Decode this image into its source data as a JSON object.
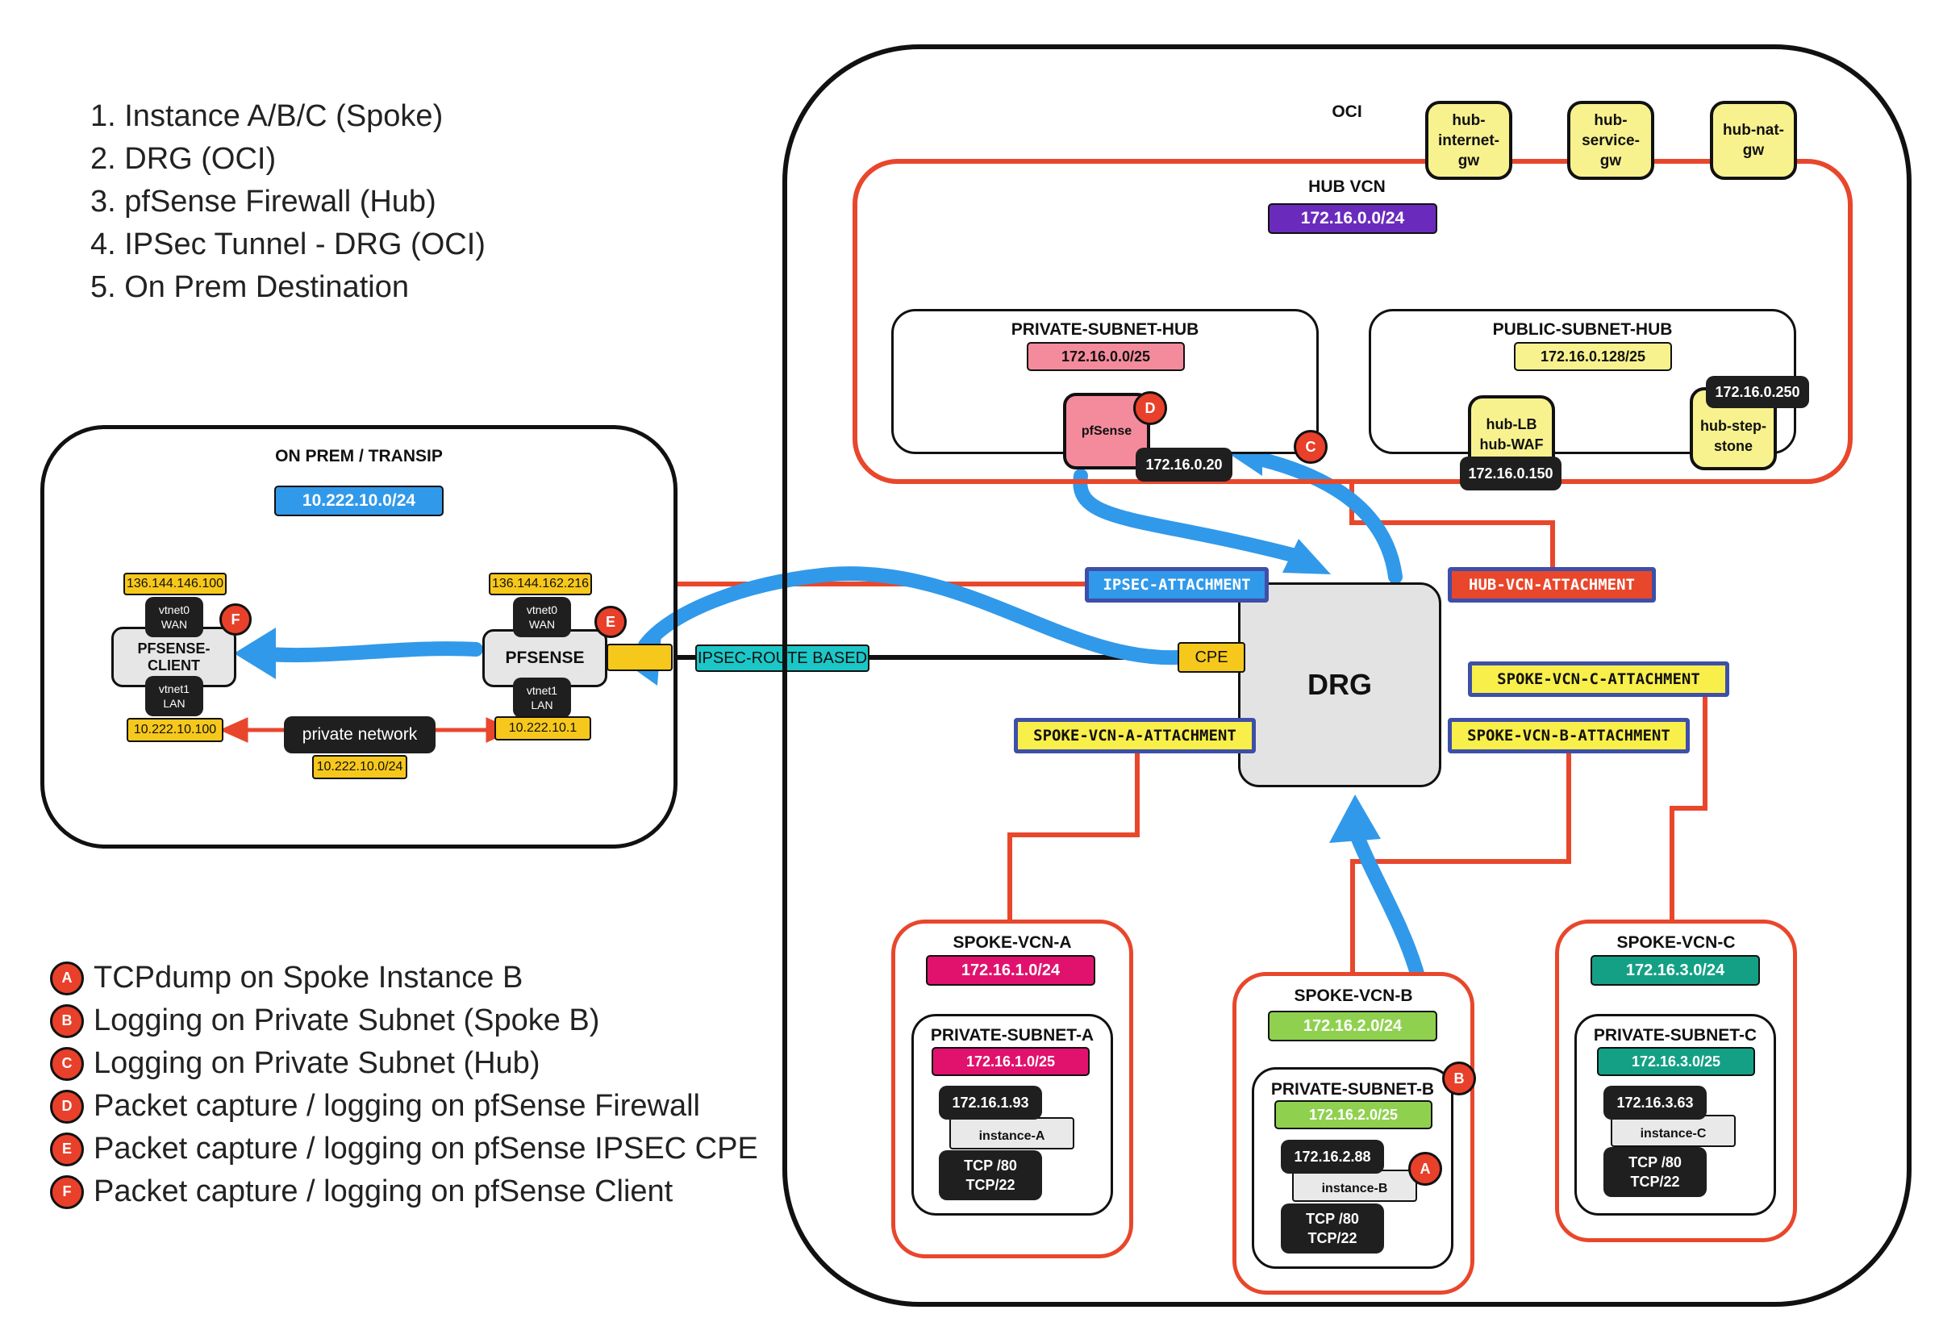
{
  "legend_steps": [
    "1. Instance A/B/C (Spoke)",
    "2. DRG (OCI)",
    "3. pfSense Firewall (Hub)",
    "4. IPSec Tunnel - DRG (OCI)",
    "5. On Prem Destination"
  ],
  "legend_markers": [
    {
      "marker": "A",
      "text": "TCPdump on Spoke Instance B"
    },
    {
      "marker": "B",
      "text": "Logging on Private Subnet (Spoke B)"
    },
    {
      "marker": "C",
      "text": "Logging on Private Subnet (Hub)"
    },
    {
      "marker": "D",
      "text": "Packet capture / logging on pfSense Firewall"
    },
    {
      "marker": "E",
      "text": "Packet capture / logging on pfSense IPSEC CPE"
    },
    {
      "marker": "F",
      "text": "Packet capture / logging on pfSense Client"
    }
  ],
  "oci": {
    "label": "OCI",
    "gateways": [
      "hub-\ninternet-\ngw",
      "hub-\nservice-\ngw",
      "hub-nat-\ngw"
    ],
    "hub_vcn": {
      "label": "HUB VCN",
      "cidr": "172.16.0.0/24"
    },
    "private_subnet_hub": {
      "label": "PRIVATE-SUBNET-HUB",
      "cidr": "172.16.0.0/25",
      "pfsense": "pfSense",
      "pfsense_ip": "172.16.0.20",
      "marker_d": "D",
      "marker_c": "C"
    },
    "public_subnet_hub": {
      "label": "PUBLIC-SUBNET-HUB",
      "cidr": "172.16.0.128/25",
      "lb": "hub-LB\nhub-WAF",
      "lb_ip": "172.16.0.150",
      "step": "hub-step-\nstone",
      "step_ip": "172.16.0.250"
    },
    "drg": {
      "label": "DRG",
      "cpe": "CPE"
    },
    "attachments": {
      "ipsec": "IPSEC-ATTACHMENT",
      "hub_vcn": "HUB-VCN-ATTACHMENT",
      "spoke_c": "SPOKE-VCN-C-ATTACHMENT",
      "spoke_a": "SPOKE-VCN-A-ATTACHMENT",
      "spoke_b": "SPOKE-VCN-B-ATTACHMENT"
    },
    "ipsec_route": "IPSEC-ROUTE BASED",
    "spokes": [
      {
        "label": "SPOKE-VCN-A",
        "cidr": "172.16.1.0/24",
        "subnet": "PRIVATE-SUBNET-A",
        "subnet_cidr": "172.16.1.0/25",
        "ip": "172.16.1.93",
        "instance": "instance-A",
        "ports": "TCP /80\nTCP/22"
      },
      {
        "label": "SPOKE-VCN-B",
        "cidr": "172.16.2.0/24",
        "subnet": "PRIVATE-SUBNET-B",
        "subnet_cidr": "172.16.2.0/25",
        "ip": "172.16.2.88",
        "instance": "instance-B",
        "ports": "TCP /80\nTCP/22",
        "marker_b": "B",
        "marker_a": "A"
      },
      {
        "label": "SPOKE-VCN-C",
        "cidr": "172.16.3.0/24",
        "subnet": "PRIVATE-SUBNET-C",
        "subnet_cidr": "172.16.3.0/25",
        "ip": "172.16.3.63",
        "instance": "instance-C",
        "ports": "TCP /80\nTCP/22"
      }
    ]
  },
  "onprem": {
    "label": "ON PREM / TRANSIP",
    "cidr": "10.222.10.0/24",
    "client": {
      "label": "PFSENSE-CLIENT",
      "wan_ip": "136.144.146.100",
      "lan_ip": "10.222.10.100",
      "wan": "vtnet0\nWAN",
      "lan": "vtnet1\nLAN",
      "marker": "F"
    },
    "pfsense": {
      "label": "PFSENSE",
      "wan_ip": "136.144.162.216",
      "lan_ip": "10.222.10.1",
      "wan": "vtnet0\nWAN",
      "lan": "vtnet1\nLAN",
      "marker": "E"
    },
    "private_network": "private network",
    "private_network_cidr": "10.222.10.0/24"
  },
  "colors": {
    "red": "#e8472c",
    "blue": "#3199ea",
    "yellow": "#f7c81c",
    "purple": "#6a2bbd",
    "pink": "#f48b9c",
    "magenta": "#e0126d",
    "green": "#8fd14f",
    "teal": "#14a085",
    "cyan": "#1dc7c7"
  }
}
